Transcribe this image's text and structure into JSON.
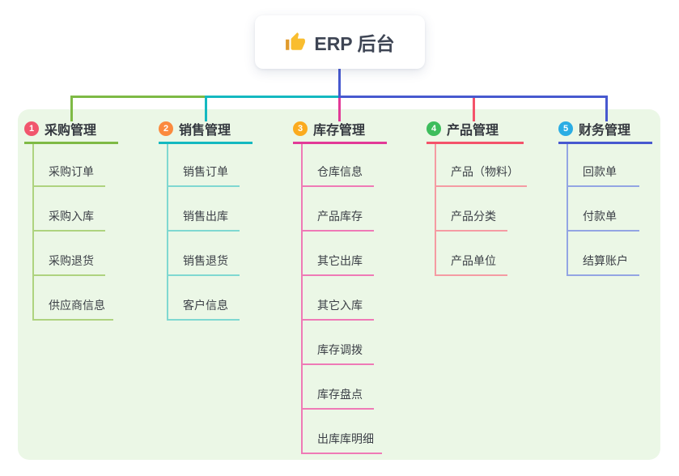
{
  "app": {
    "kind": "mindmap",
    "canvas_background": "#ffffff",
    "panel_background": "#ebf7e6"
  },
  "root": {
    "label": "ERP 后台",
    "icon": "thumbs-up-icon",
    "line_color": "#4759cf"
  },
  "branches": [
    {
      "badge": "1",
      "label": "采购管理",
      "badge_color": "#f1566d",
      "line_color": "#7eba45",
      "child_line_color": "#aed37f",
      "children": [
        "采购订单",
        "采购入库",
        "采购退货",
        "供应商信息"
      ]
    },
    {
      "badge": "2",
      "label": "销售管理",
      "badge_color": "#fb8a3e",
      "line_color": "#14b9c0",
      "child_line_color": "#7fd8d1",
      "children": [
        "销售订单",
        "销售出库",
        "销售退货",
        "客户信息"
      ]
    },
    {
      "badge": "3",
      "label": "库存管理",
      "badge_color": "#fbab1f",
      "line_color": "#e23a97",
      "child_line_color": "#ef7ab6",
      "children": [
        "仓库信息",
        "产品库存",
        "其它出库",
        "其它入库",
        "库存调拨",
        "库存盘点",
        "出库库明细"
      ]
    },
    {
      "badge": "4",
      "label": "产品管理",
      "badge_color": "#3dbd5c",
      "line_color": "#f4536a",
      "child_line_color": "#f59ba3",
      "children": [
        "产品（物料）",
        "产品分类",
        "产品单位"
      ]
    },
    {
      "badge": "5",
      "label": "财务管理",
      "badge_color": "#2aade4",
      "line_color": "#4759cf",
      "child_line_color": "#93a5e3",
      "children": [
        "回款单",
        "付款单",
        "结算账户"
      ]
    }
  ]
}
